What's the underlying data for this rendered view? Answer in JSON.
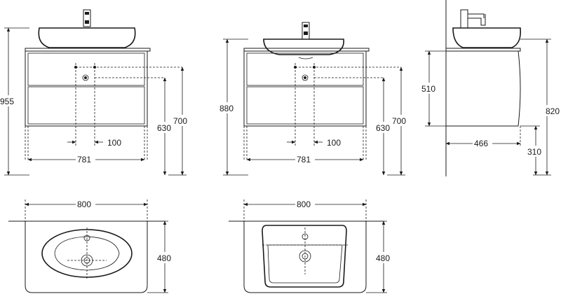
{
  "dimensions": {
    "front_oval": {
      "height_total": "955",
      "height_cabinet": "700",
      "height_lower": "630",
      "width_inner": "781",
      "drain_offset": "100"
    },
    "front_rect": {
      "height_total": "880",
      "height_cabinet": "700",
      "height_lower": "630",
      "width_inner": "781",
      "drain_offset": "100"
    },
    "side": {
      "height_upper": "510",
      "height_total": "820",
      "depth": "466",
      "wall_gap": "310"
    },
    "top_oval": {
      "width": "800",
      "depth": "480"
    },
    "top_rect": {
      "width": "800",
      "depth": "480"
    }
  },
  "colors": {
    "line": "#1a1a1a",
    "background": "#ffffff"
  }
}
